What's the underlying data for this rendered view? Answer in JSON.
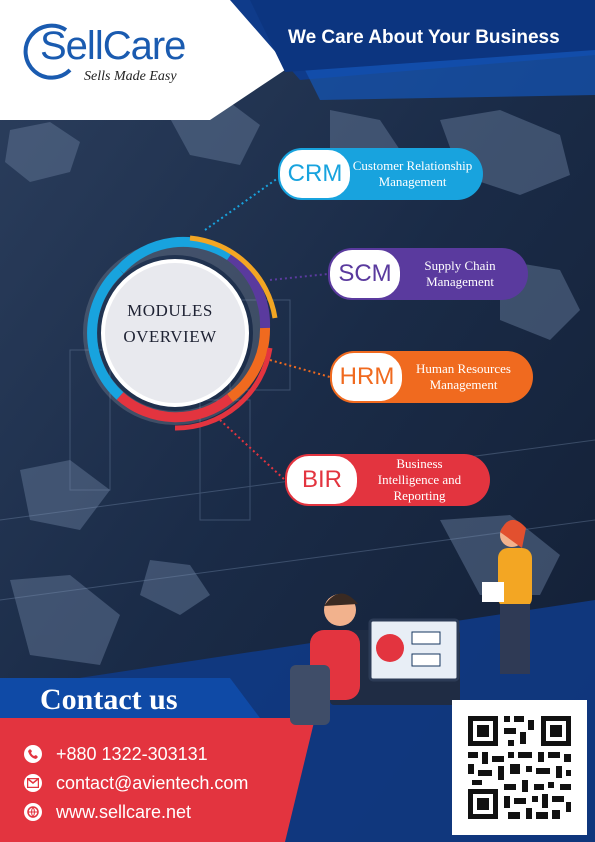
{
  "brand": {
    "logo_text": "SellCare",
    "tagline": "Sells Made Easy"
  },
  "header": {
    "slogan": "We Care About Your Business"
  },
  "modules": {
    "title": "MODULES OVERVIEW",
    "items": [
      {
        "abbr": "CRM",
        "description": "Customer Relationship Management",
        "color": "#18a3de"
      },
      {
        "abbr": "SCM",
        "description": "Supply Chain Management",
        "color": "#5a3a9e"
      },
      {
        "abbr": "HRM",
        "description": "Human Resources Management",
        "color": "#f06a1f"
      },
      {
        "abbr": "BIR",
        "description": "Business Intelligence and Reporting",
        "color": "#e3343f"
      }
    ]
  },
  "contact": {
    "title": "Contact us",
    "phone": "+880 1322-303131",
    "email": "contact@avientech.com",
    "website": "www.sellcare.net"
  },
  "colors": {
    "brand_blue": "#1a5bb0",
    "navy": "#0f3b8a",
    "red": "#e3343f"
  }
}
